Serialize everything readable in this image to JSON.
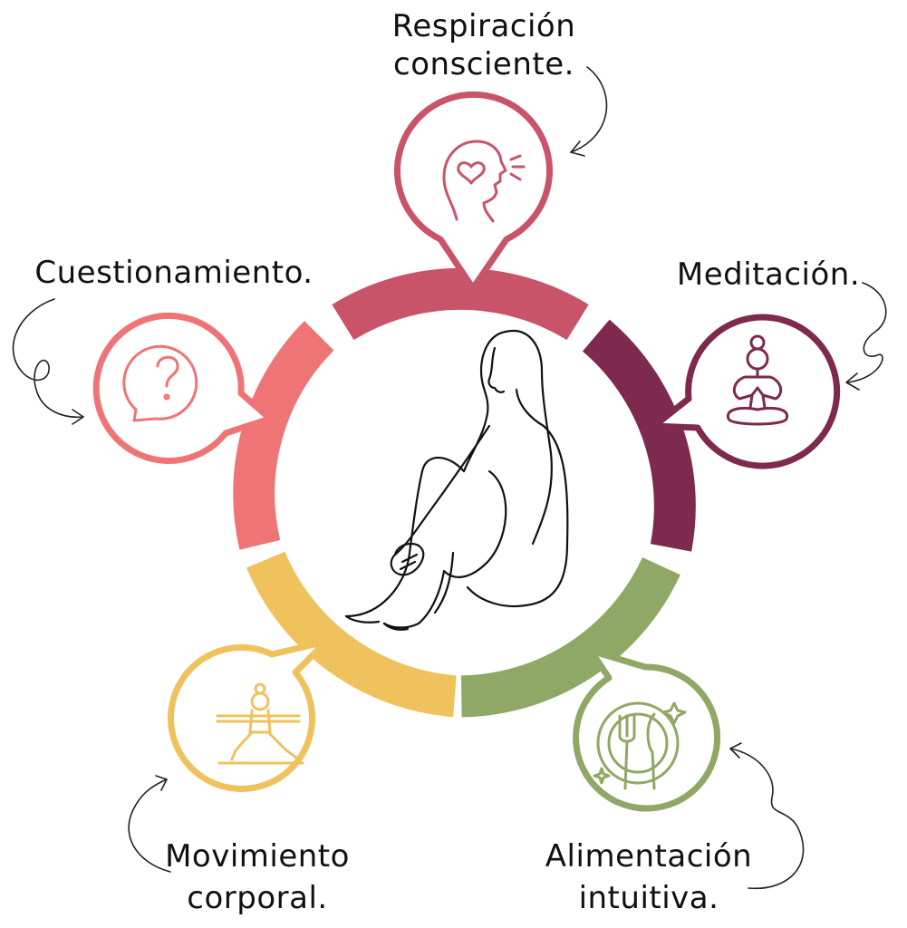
{
  "colors": {
    "respiracion": "#c9546a",
    "meditacion": "#7e2a4e",
    "alimentacion": "#8fa865",
    "movimiento": "#f0c25e",
    "cuestionamiento": "#ef7475"
  },
  "items": {
    "respiracion": {
      "line1": "Respiración",
      "line2": "consciente.",
      "icon": "breathing-head-icon"
    },
    "meditacion": {
      "line1": "Meditación.",
      "icon": "meditation-pose-icon"
    },
    "alimentacion": {
      "line1": "Alimentación",
      "line2": "intuitiva.",
      "icon": "plate-cutlery-icon"
    },
    "movimiento": {
      "line1": "Movimiento",
      "line2": "corporal.",
      "icon": "yoga-warrior-icon"
    },
    "cuestionamiento": {
      "line1": "Cuestionamiento.",
      "icon": "question-bubble-icon"
    }
  },
  "center": {
    "icon": "seated-woman-illustration"
  }
}
